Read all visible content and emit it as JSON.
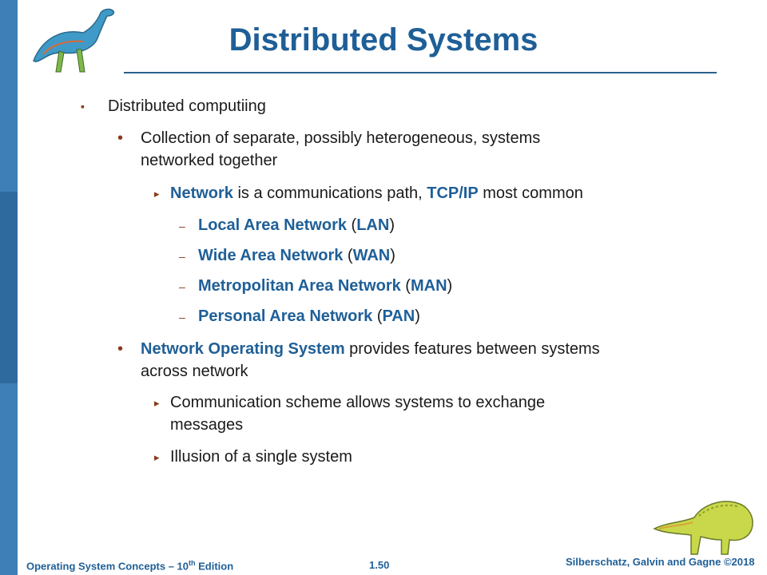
{
  "slide": {
    "title": "Distributed Systems",
    "items": [
      {
        "bullet": "▪",
        "text": "Distributed computiing"
      },
      {
        "bullet": "•",
        "line1": "Collection of separate, possibly heterogeneous, systems",
        "line2": "networked together"
      },
      {
        "bullet": "▸",
        "kw1": "Network",
        "t1": " is a communications path, ",
        "kw2": "TCP/IP",
        "t2": " most common"
      },
      {
        "bullet": "–",
        "kw": "Local Area Network",
        "p1": " (",
        "abbr": "LAN",
        "p2": ")"
      },
      {
        "bullet": "–",
        "kw": "Wide Area Network",
        "p1": " (",
        "abbr": "WAN",
        "p2": ")"
      },
      {
        "bullet": "–",
        "kw": "Metropolitan Area Network",
        "p1": " (",
        "abbr": "MAN",
        "p2": ")"
      },
      {
        "bullet": "–",
        "kw": "Personal Area Network",
        "p1": " (",
        "abbr": "PAN",
        "p2": ")"
      },
      {
        "bullet": "•",
        "kw": "Network Operating System",
        "t": " provides features between systems",
        "line2": "across network"
      },
      {
        "bullet": "▸",
        "line1": "Communication scheme allows systems to exchange",
        "line2": "messages"
      },
      {
        "bullet": "▸",
        "text": "Illusion of a single system"
      }
    ]
  },
  "footer": {
    "left_main": "Operating System Concepts – 10",
    "left_sup": "th",
    "left_end": " Edition",
    "page": "1.50",
    "right": "Silberschatz, Galvin and Gagne ©2018"
  },
  "colors": {
    "accent": "#1f5f97",
    "sidebar": "#2f6a9e",
    "bullet_primary": "#8b3a1a"
  }
}
